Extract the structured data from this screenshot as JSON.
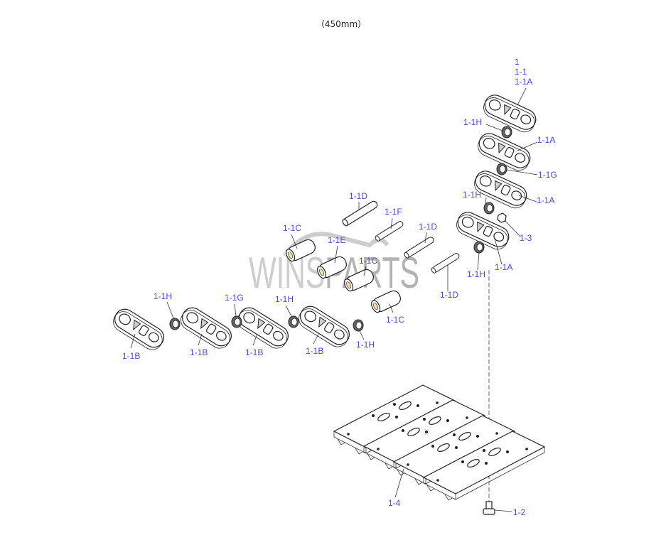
{
  "diagram": {
    "title": "（450mm）",
    "watermark": "WINSPARTS",
    "colors": {
      "label": "#4a4ae6",
      "line": "#222222",
      "watermark_gold": "#e6cf94",
      "watermark_gray": "#9a9a9a"
    },
    "labels": {
      "assy": "1",
      "chain": "1-1",
      "link_right_top": "1-1A",
      "seal_1": "1-1H",
      "link_right_2": "1-1A",
      "spacer_right": "1-1G",
      "seal_2": "1-1H",
      "link_right_3": "1-1A",
      "nut": "1-3",
      "link_right_4": "1-1A",
      "seal_3": "1-1H",
      "pin_1": "1-1D",
      "master_pin": "1-1F",
      "pin_2": "1-1D",
      "bushing_1": "1-1C",
      "master_bushing": "1-1E",
      "bushing_2": "1-1C",
      "pin_3": "1-1D",
      "bushing_3": "1-1C",
      "seal_left_1": "1-1H",
      "spacer_left": "1-1G",
      "seal_left_2": "1-1H",
      "seal_left_3": "1-1H",
      "link_left_1": "1-1B",
      "link_left_2": "1-1B",
      "link_left_3": "1-1B",
      "link_left_4": "1-1B",
      "shoe": "1-4",
      "bolt": "1-2"
    }
  }
}
